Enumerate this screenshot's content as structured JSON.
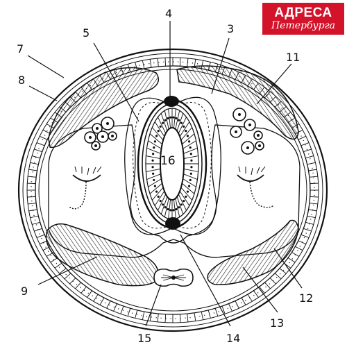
{
  "logo": {
    "line1": "АДРЕСА",
    "line2": "Петербурга"
  },
  "labels": {
    "n3": "3",
    "n4": "4",
    "n5": "5",
    "n7": "7",
    "n8": "8",
    "n9": "9",
    "n11": "11",
    "n12": "12",
    "n13": "13",
    "n14": "14",
    "n15": "15",
    "n16": "16"
  }
}
